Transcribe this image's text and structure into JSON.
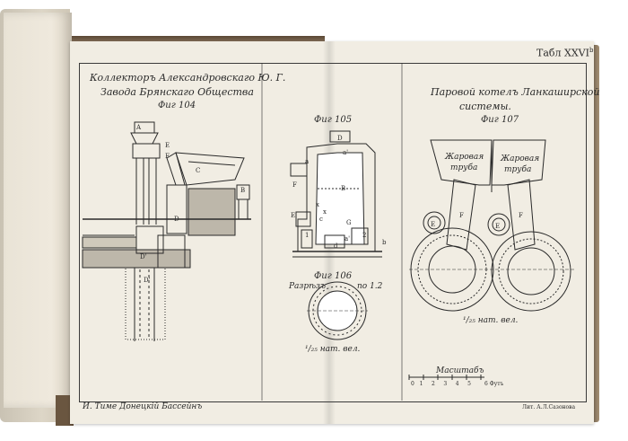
{
  "plate_label": "Табл XXVI",
  "plate_suffix": "b",
  "left_title_line1": "Коллекторъ Александровскаго Ю. Г.",
  "left_title_line2": "Завода Брянскаго Общества",
  "fig104_label": "Фиг 104",
  "fig105_label": "Фиг 105",
  "fig106_label": "Фиг 106",
  "fig106_caption_left": "Разрѣзъ",
  "fig106_caption_right": "по 1.2",
  "scale_fig106": "¹/₂₅ нат. вел.",
  "right_title_line1": "Паровой котелъ Ланкаширской",
  "right_title_line2": "системы.",
  "fig107_label": "Фиг 107",
  "fire_tube_left_1": "Жаровая",
  "fire_tube_left_2": "труба",
  "fire_tube_right_1": "Жаровая",
  "fire_tube_right_2": "труба",
  "scale_fig107": "¹/₂₅ нат. вел.",
  "scale_bar_title": "Масштабъ",
  "scale_bar_unit": "6 Футъ",
  "scale_ticks": [
    "0",
    "1",
    "2",
    "3",
    "4",
    "5"
  ],
  "footer_left": "И. Тиме Донецкій Бассейнъ",
  "footer_right": "Лит. А.Л.Сазонова",
  "letters_fig104": [
    "A",
    "E",
    "F",
    "C",
    "B",
    "D",
    "D'",
    "D'"
  ],
  "letters_fig105": [
    "D",
    "B",
    "F",
    "E",
    "x",
    "x",
    "G",
    "d",
    "b",
    "a",
    "1",
    "2",
    "c",
    "a'",
    "a'"
  ],
  "letters_fig107": [
    "F",
    "F",
    "E",
    "E"
  ],
  "colors": {
    "ink": "#2a2a2a",
    "paper": "#f1ede3",
    "cover": "#7b6a55"
  }
}
